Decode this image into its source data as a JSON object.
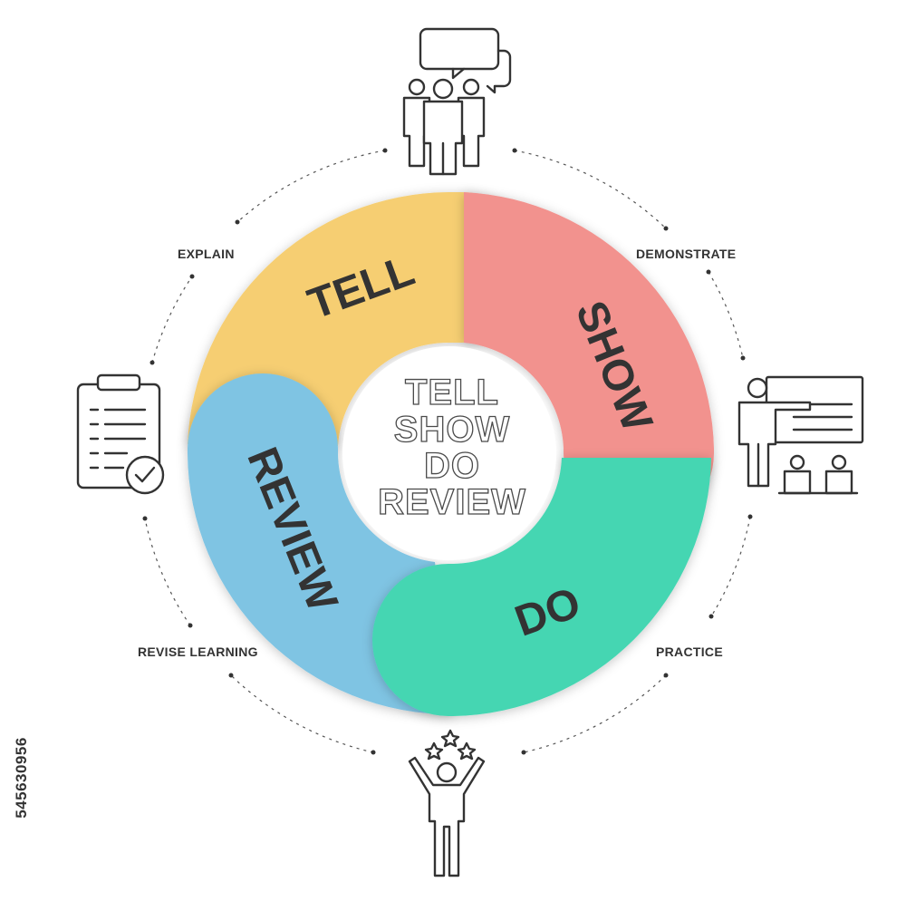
{
  "cycle": {
    "segments": [
      {
        "label": "TELL",
        "color": "#F6CE72"
      },
      {
        "label": "SHOW",
        "color": "#F2928E"
      },
      {
        "label": "DO",
        "color": "#45D6B2"
      },
      {
        "label": "REVIEW",
        "color": "#7FC4E3"
      }
    ],
    "center_lines": [
      "TELL",
      "SHOW",
      "DO",
      "REVIEW"
    ]
  },
  "stage_labels": {
    "explain": "EXPLAIN",
    "demonstrate": "DEMONSTRATE",
    "practice": "PRACTICE",
    "revise": "REVISE LEARNING"
  },
  "icons": {
    "top": "group-speech-bubble-icon",
    "right": "presentation-board-icon",
    "bottom": "celebrating-person-stars-icon",
    "left": "clipboard-checkmark-icon"
  },
  "stock_id": "545630956"
}
